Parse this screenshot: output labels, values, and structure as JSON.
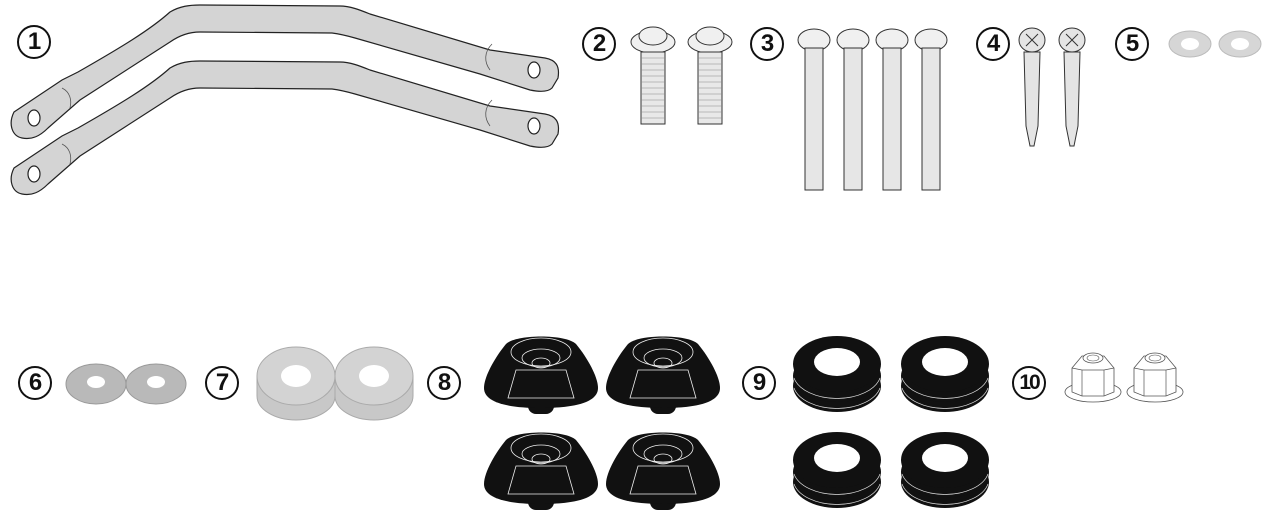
{
  "diagram": {
    "type": "parts-kit",
    "colors": {
      "outline": "#1a1a1a",
      "metal_light": "#d9d9d9",
      "metal_mid": "#b3b3b3",
      "washer_grey": "#bdbdbd",
      "rubber_black": "#111111",
      "background": "#ffffff"
    },
    "parts": [
      {
        "number": "1",
        "description": "bent-bracket-bar",
        "quantity": 2
      },
      {
        "number": "2",
        "description": "short-flange-hex-socket-bolt",
        "quantity": 2
      },
      {
        "number": "3",
        "description": "long-button-head-hex-socket-bolt",
        "quantity": 4
      },
      {
        "number": "4",
        "description": "phillips-self-tapping-screw",
        "quantity": 2
      },
      {
        "number": "5",
        "description": "thin-flat-washer",
        "quantity": 2
      },
      {
        "number": "6",
        "description": "flat-washer",
        "quantity": 2
      },
      {
        "number": "7",
        "description": "thick-spacer-washer",
        "quantity": 2
      },
      {
        "number": "8",
        "description": "rubber-conical-grommet",
        "quantity": 4
      },
      {
        "number": "9",
        "description": "rubber-ring-grommet",
        "quantity": 4
      },
      {
        "number": "10",
        "description": "flange-lock-nut",
        "quantity": 2
      }
    ]
  }
}
